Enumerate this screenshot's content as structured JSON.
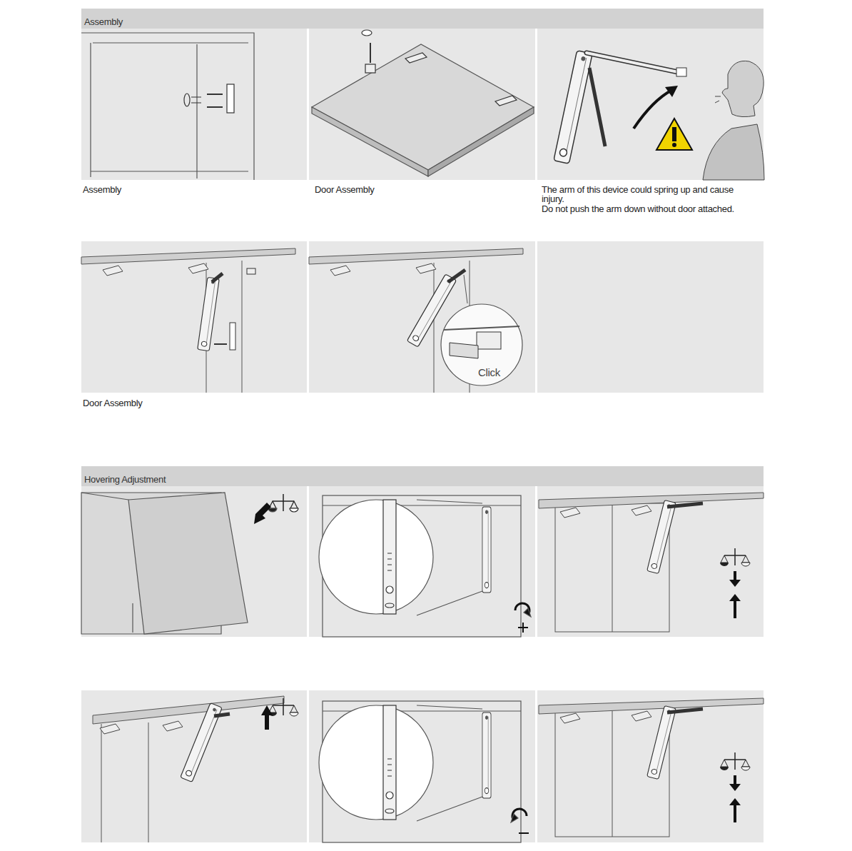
{
  "diagram": {
    "nodes": [
      {
        "text": [
          "Assembly"
        ]
      },
      {
        "text": [
          "Hovering Adjustment"
        ]
      }
    ],
    "labels": [
      "Assembly",
      "Door Assembly",
      "The arm of this device could spring up and cause injury.",
      "Do not push the arm down without door attached.",
      "Click",
      "Door Assembly"
    ]
  }
}
